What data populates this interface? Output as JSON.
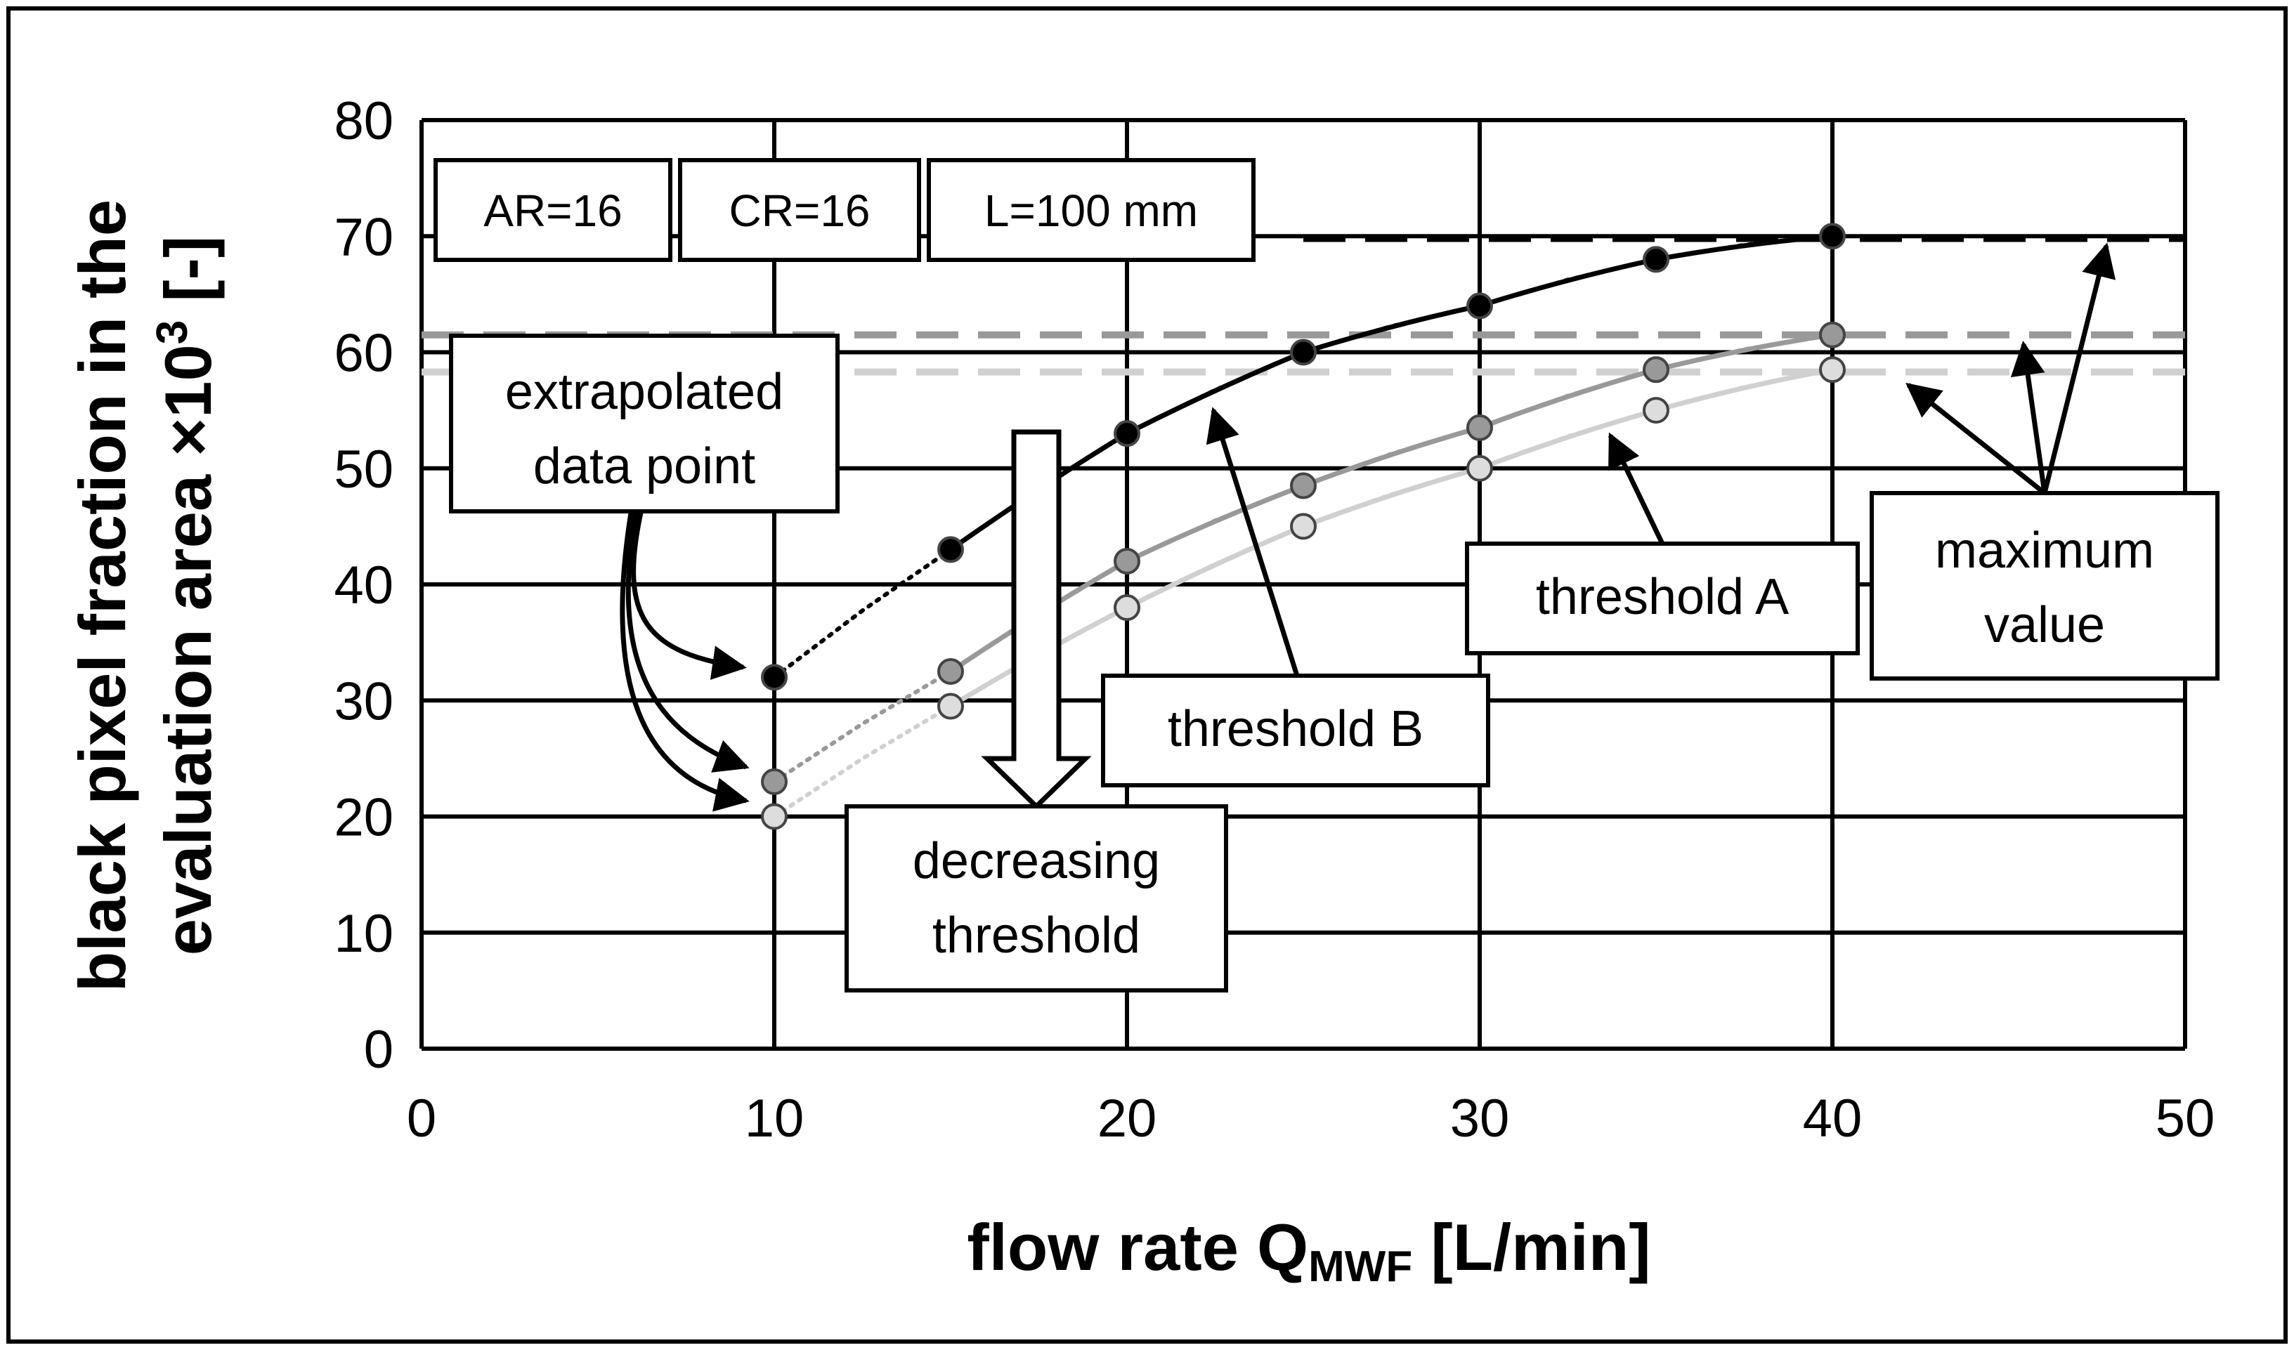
{
  "chart_data": {
    "type": "scatter",
    "title": "",
    "xlabel_main": "flow rate Q",
    "xlabel_sub": "MWF",
    "xlabel_tail": " [L/min]",
    "ylabel_line1": "black pixel fraction in the",
    "ylabel_line2_main": "evaluation area ×10",
    "ylabel_line2_sup": "3",
    "ylabel_line2_tail": " [-]",
    "xlim": [
      0,
      50
    ],
    "ylim": [
      0,
      80
    ],
    "xticks": [
      0,
      10,
      20,
      30,
      40,
      50
    ],
    "yticks": [
      0,
      10,
      20,
      30,
      40,
      50,
      60,
      70,
      80
    ],
    "grid": true,
    "legend": "none",
    "series": [
      {
        "color": "#000000",
        "fill": "#000000",
        "x": [
          10,
          15,
          20,
          25,
          30,
          35,
          40
        ],
        "y": [
          32,
          43,
          53,
          60,
          64,
          68,
          70
        ],
        "max_value": 69.8,
        "extrapolated_x": 10
      },
      {
        "color": "#999999",
        "fill": "#999999",
        "x": [
          10,
          15,
          20,
          25,
          30,
          35,
          40
        ],
        "y": [
          23,
          32.5,
          42,
          48.5,
          53.5,
          58.5,
          61.5
        ],
        "max_value": 61.5,
        "extrapolated_x": 10
      },
      {
        "color": "#d0d0d0",
        "fill": "#dddddd",
        "x": [
          10,
          15,
          20,
          25,
          30,
          35,
          40
        ],
        "y": [
          20,
          29.5,
          38,
          45,
          50,
          55,
          58.5
        ],
        "max_value": 58.3,
        "extrapolated_x": 10
      }
    ],
    "annotations": {
      "ar": "AR=16",
      "cr": "CR=16",
      "length": "L=100 mm",
      "extrapolated_line1": "extrapolated",
      "extrapolated_line2": "data point",
      "decreasing_line1": "decreasing",
      "decreasing_line2": "threshold",
      "threshold_b": "threshold B",
      "threshold_a": "threshold A",
      "maximum_line1": "maximum",
      "maximum_line2": "value"
    }
  }
}
